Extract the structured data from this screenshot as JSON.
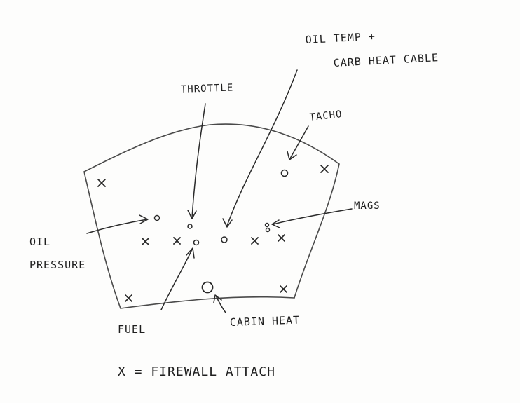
{
  "labels": {
    "oil_temp_line1": "OIL TEMP +",
    "oil_temp_line2": "CARB HEAT CABLE",
    "throttle": "THROTTLE",
    "tacho": "TACHO",
    "mags": "MAGS",
    "oil_line1": "OIL",
    "oil_line2": "PRESSURE",
    "fuel": "FUEL",
    "cabin_heat": "CABIN HEAT",
    "legend": "X = FIREWALL ATTACH"
  },
  "colors": {
    "ink": "#2a2a2a",
    "paper": "#fdfdfc"
  }
}
